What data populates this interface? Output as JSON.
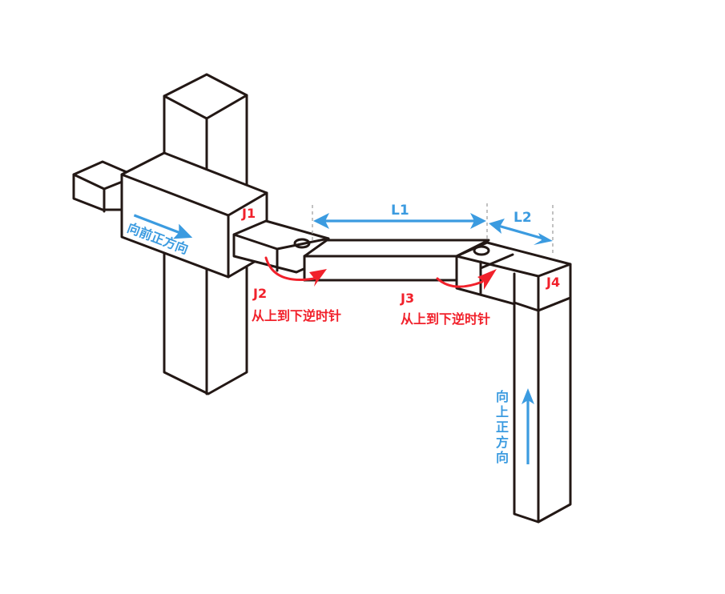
{
  "diagram": {
    "colors": {
      "outline": "#231815",
      "dimension": "#3b9be0",
      "rotation": "#f1212b",
      "background": "#ffffff"
    },
    "joints": {
      "j1": "J1",
      "j2": "J2",
      "j3": "J3",
      "j4": "J4"
    },
    "rotation_notes": {
      "j2": "从上到下逆时针",
      "j3": "从上到下逆时针"
    },
    "dimensions": {
      "l1": "L1",
      "l2": "L2"
    },
    "directions": {
      "forward": "向前正方向",
      "upward_chars": [
        "向",
        "上",
        "正",
        "方",
        "向"
      ]
    }
  }
}
